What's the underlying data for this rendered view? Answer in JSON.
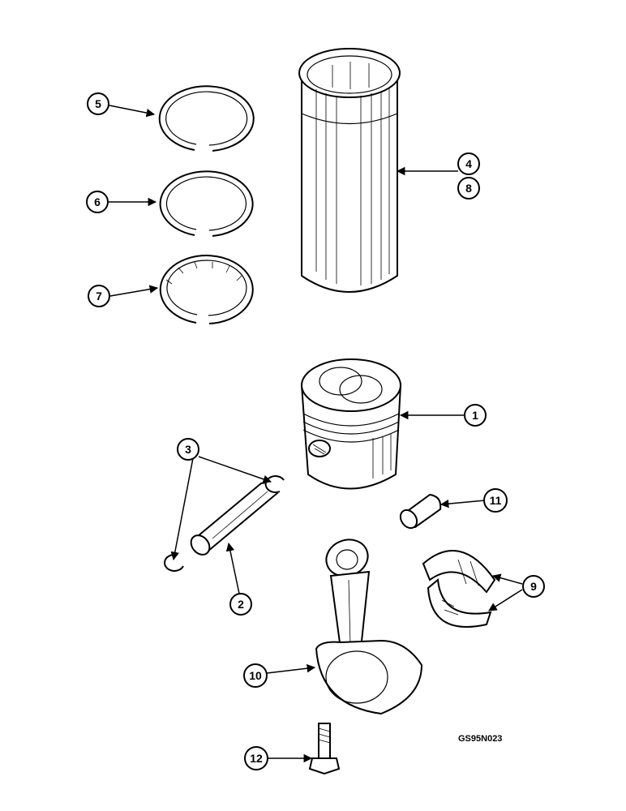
{
  "figure_id": "GS95N023",
  "callouts": {
    "c1": "1",
    "c2": "2",
    "c3": "3",
    "c4": "4",
    "c5": "5",
    "c6": "6",
    "c7": "7",
    "c8": "8",
    "c9": "9",
    "c10": "10",
    "c11": "11",
    "c12": "12"
  }
}
